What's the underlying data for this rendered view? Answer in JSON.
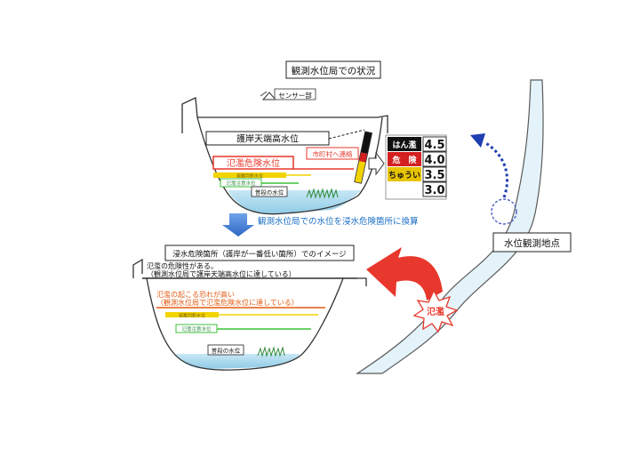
{
  "title_station": "観測水位局での状況",
  "sensor_label": "センサー部",
  "top": {
    "levee_label": "護岸天端高水位",
    "flood_danger_label": "氾濫危険水位",
    "caution_label": "避難判断水位",
    "notice_label": "氾濫注意水位",
    "normal_label": "普段の水位",
    "contact_label": "市町村へ連絡"
  },
  "gauge": {
    "rows": [
      {
        "tag": "はん濫",
        "value": "4.5",
        "color": "#111111"
      },
      {
        "tag": "危　険",
        "value": "4.0",
        "color": "#d42020"
      },
      {
        "tag": "ちゅうい",
        "value": "3.5",
        "color": "#e8c300"
      },
      {
        "tag": "",
        "value": "3.0",
        "color": "#ffffff"
      }
    ]
  },
  "convert_caption": "観測水位局での水位を浸水危険箇所に換算",
  "bottom": {
    "title": "浸水危険箇所（護岸が一番低い箇所）でのイメージ",
    "flood_possible_line1": "氾濫の危険性がある。",
    "flood_possible_line2": "（観測水位局で護岸天端高水位に達している）",
    "flood_risk_line1": "氾濫の起こる恐れが高い",
    "flood_risk_line2": "（観測水位局で氾濫危険水位に達している）",
    "caution_label": "避難判断水位",
    "notice_label": "氾濫注意水位",
    "normal_label": "普段の水位"
  },
  "station_point_label": "水位観測地点",
  "flood_burst_label": "氾濫",
  "colors": {
    "water": "#a9d8ec",
    "river": "#e4f3fa",
    "flood_red": "#e8372c",
    "blue_text": "#1a6fc4",
    "orange_text": "#e35a10",
    "yellow_line": "#f2d400",
    "green_line": "#3cc23c",
    "arrow_blue": "#4a80d6"
  }
}
